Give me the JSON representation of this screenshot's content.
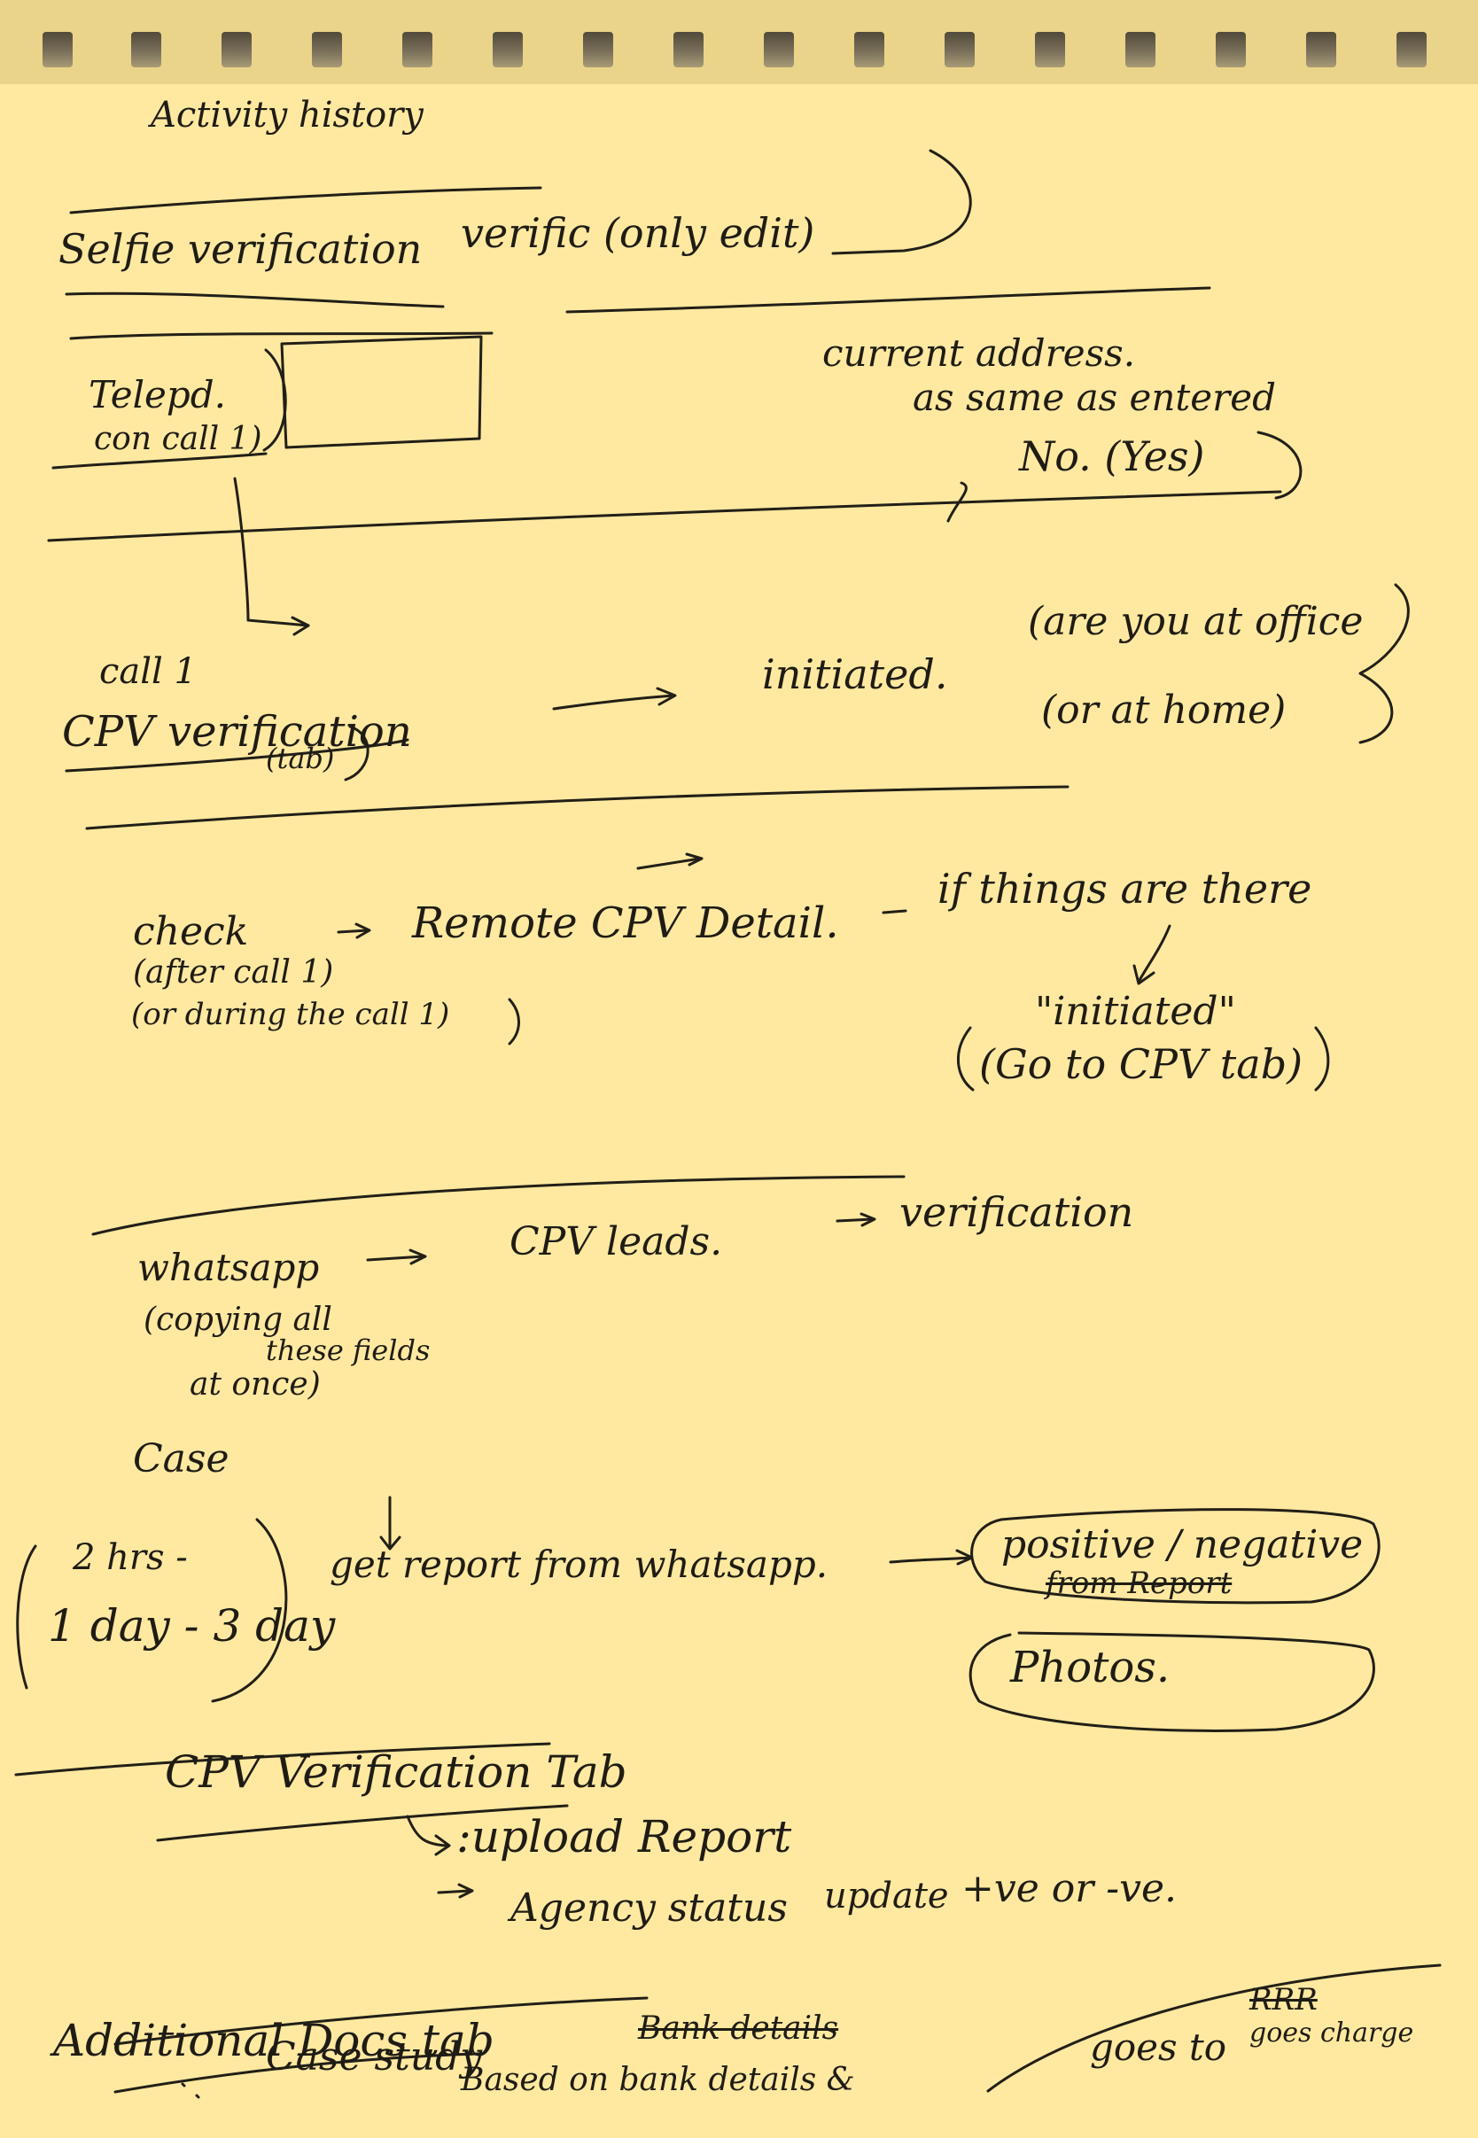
{
  "notes": {
    "title": "Activity history",
    "line_selfie": "Selfie verification",
    "line_selfie_edit": "verific (only edit)",
    "telepd_1": "Telepd.",
    "telepd_2": "con call 1)",
    "addr_1": "current address.",
    "addr_2": "as same as entered",
    "addr_3": "No. (Yes)",
    "call1": "call 1",
    "cpv_verif": "CPV verification",
    "cpv_tab": "(tab)",
    "initiated": "initiated.",
    "office": "(are you at office",
    "home": "(or at home)",
    "check": "check",
    "after_call": "(after call 1)",
    "during_call": "(or during the call 1)",
    "remote": "Remote CPV Detail.",
    "if_things": "if things are there",
    "initiated_q": "\"initiated\"",
    "goto_tab": "(Go to CPV tab)",
    "whatsapp": "whatsapp",
    "copying_1": "(copying all",
    "copying_2": "these fields",
    "copying_3": "at once)",
    "cpv_leads": "CPV leads.",
    "verification": "verification",
    "case": "Case",
    "hrs": "2 hrs -",
    "days": "1 day - 3 day",
    "get_report": "get report from whatsapp.",
    "positive": "positive / negative",
    "from_report": "from Report",
    "photos": "Photos.",
    "cpv_tab_heading": "CPV Verification Tab",
    "upload": ":upload Report",
    "agency": "Agency status",
    "update": "update",
    "ve": "+ve or -ve.",
    "additional": "Additional Docs tab",
    "case_study": "Case study",
    "bank_details": "Bank details",
    "based_on": "Based on bank details &",
    "goes_to": "goes to",
    "rrr": "RRR",
    "goes_charge": "goes charge"
  }
}
